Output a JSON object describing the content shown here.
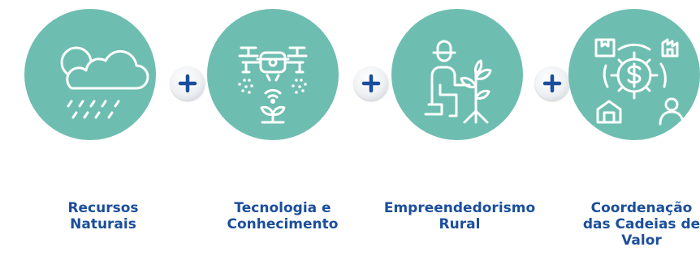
{
  "colors": {
    "circle_fill": "#6ebdb1",
    "icon_stroke": "#ffffff",
    "label_text": "#1b4e9b",
    "plus_sign": "#1b4e9b"
  },
  "items": [
    {
      "icon": "weather-rain-cloud-icon",
      "label": "Recursos\nNaturais"
    },
    {
      "icon": "drone-irrigation-plant-icon",
      "label": "Tecnologia e\nConhecimento"
    },
    {
      "icon": "farmer-planting-icon",
      "label": "Empreendedorismo\nRural"
    },
    {
      "icon": "value-chain-coordination-icon",
      "label": "Coordenação\ndas Cadeias de\nValor"
    }
  ],
  "connectors": [
    "+",
    "+",
    "+"
  ]
}
